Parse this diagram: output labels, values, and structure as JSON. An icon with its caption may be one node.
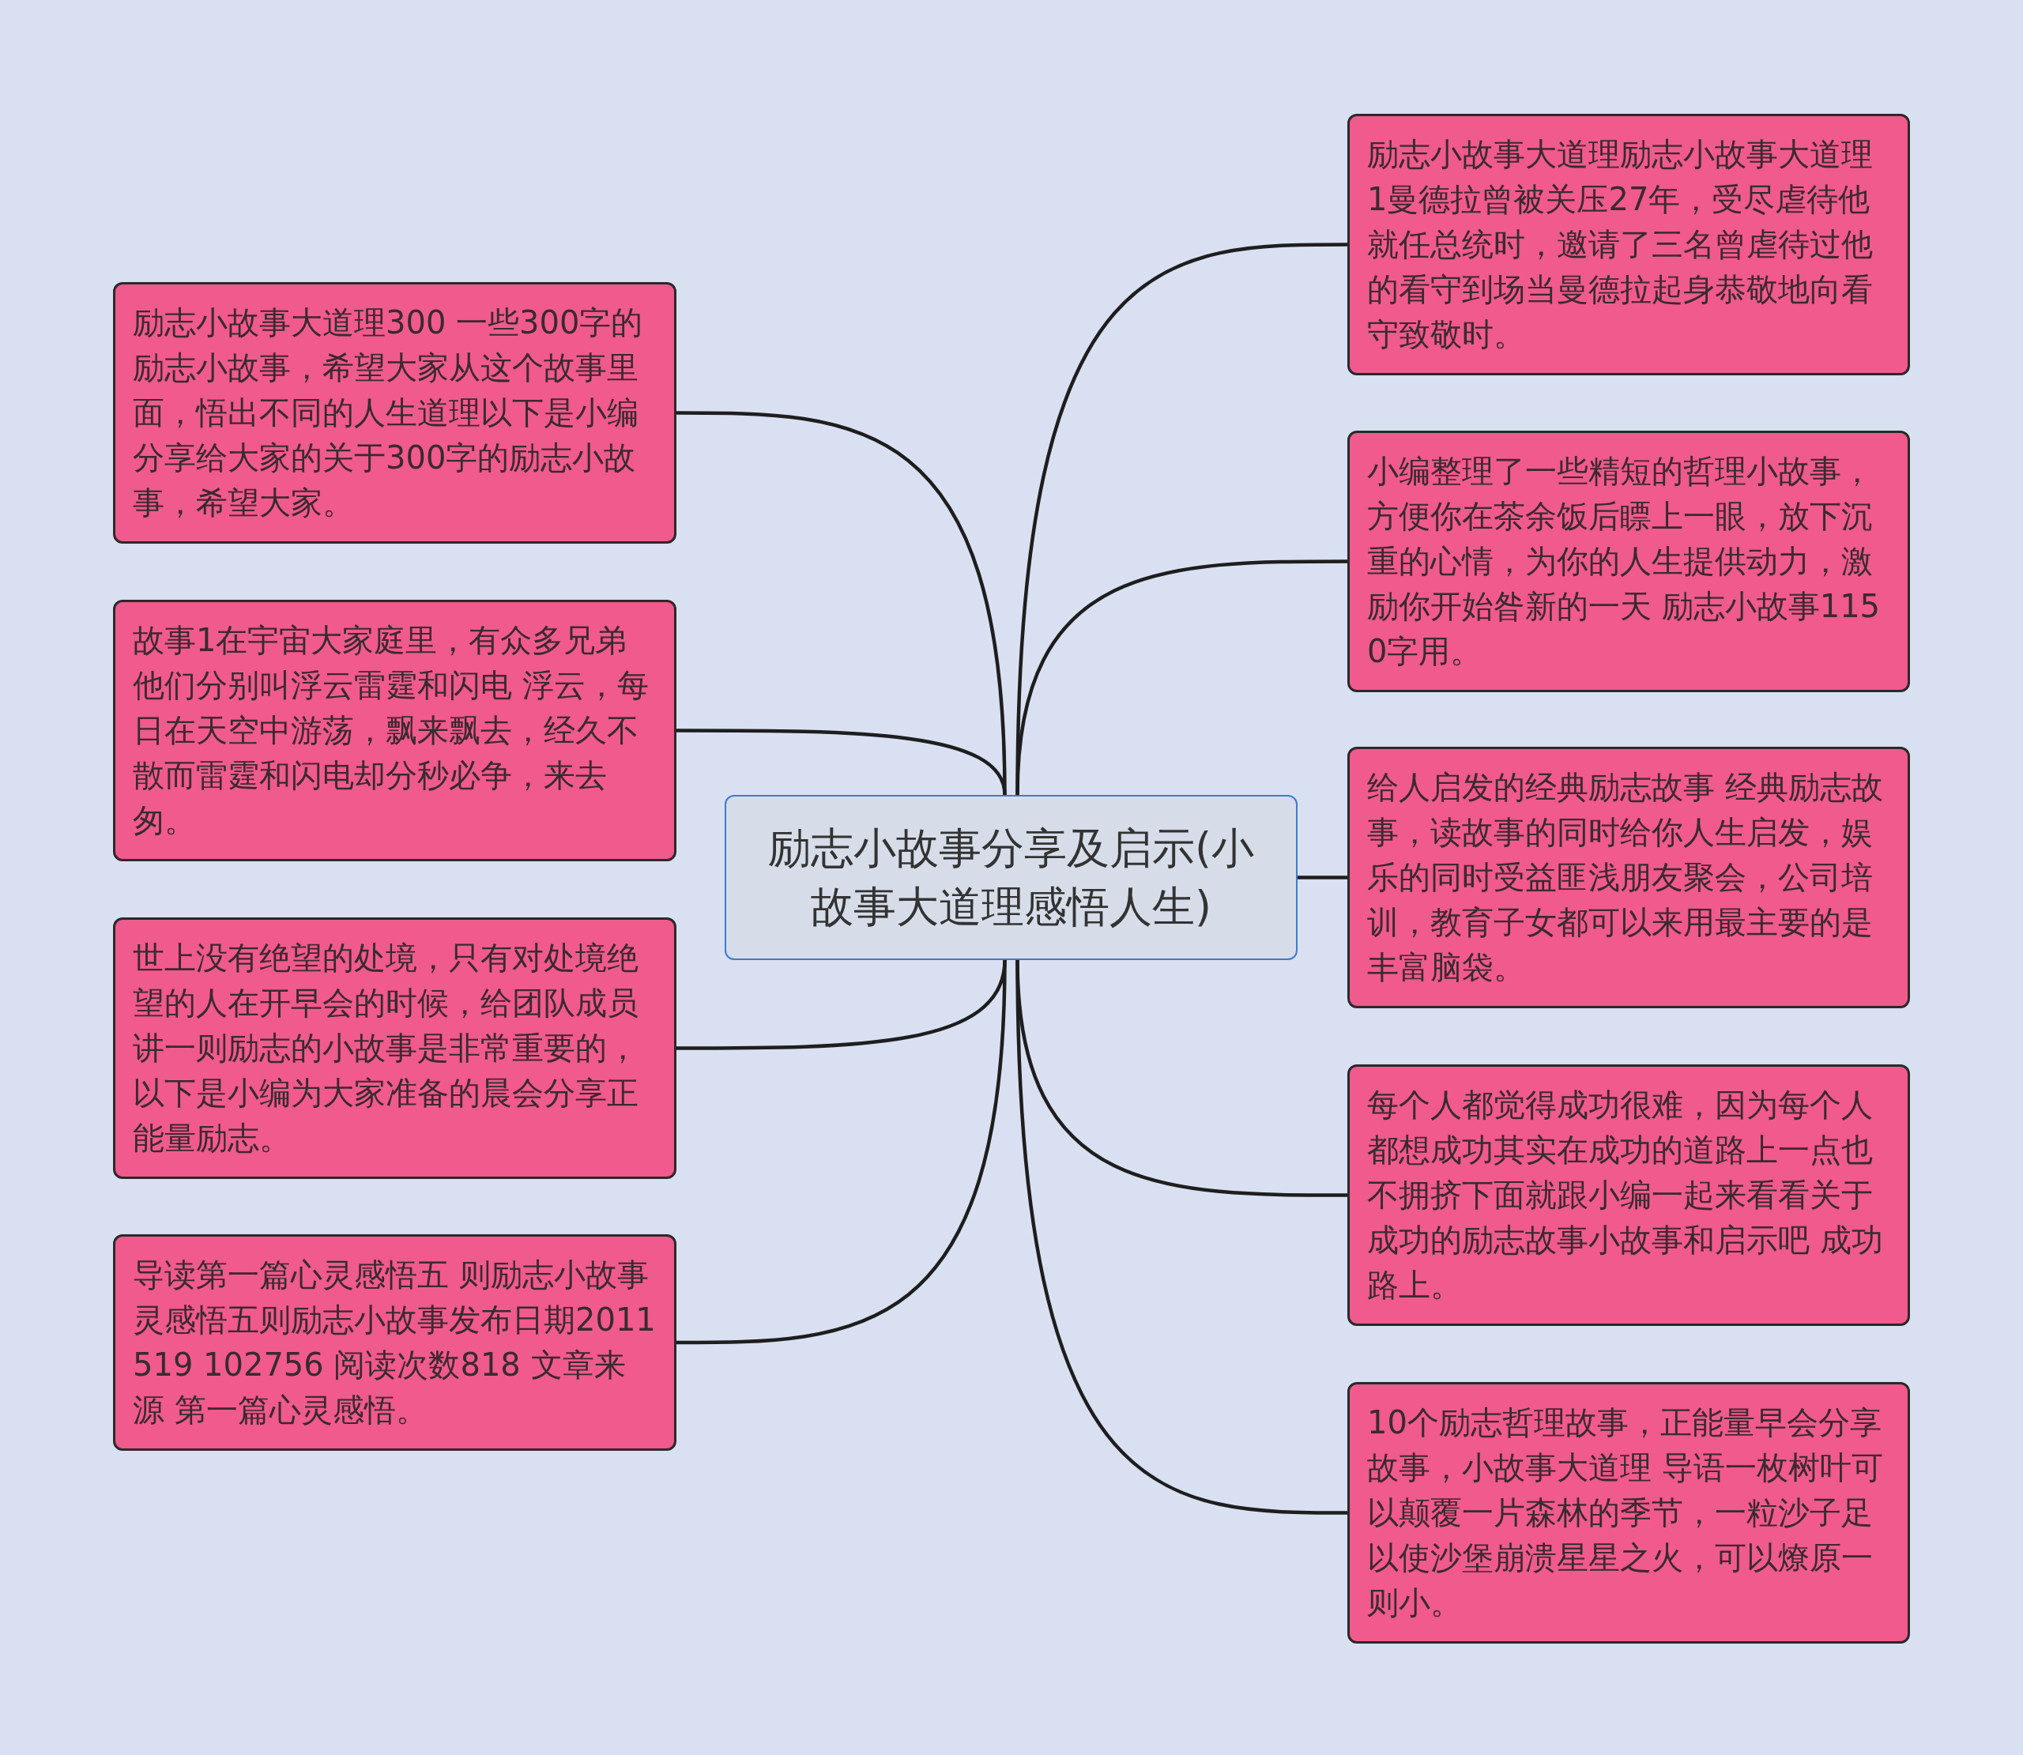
{
  "diagram": {
    "nodes": [
      {
        "text": [
          "励志小故事分享及启示(小故事大道理感悟人生)"
        ]
      },
      {
        "text": [
          "励志小故事大道理300 一些300字的励志小故事，希望大家从这个故事里面，悟出不同的人生道理以下是小编分享给大家的关于300字的励志小故事，希望大家。"
        ]
      },
      {
        "text": [
          "故事1在宇宙大家庭里，有众多兄弟他们分别叫浮云雷霆和闪电 浮云，每日在天空中游荡，飘来飘去，经久不散而雷霆和闪电却分秒必争，来去匆。"
        ]
      },
      {
        "text": [
          "世上没有绝望的处境，只有对处境绝望的人在开早会的时候，给团队成员讲一则励志的小故事是非常重要的，以下是小编为大家准备的晨会分享正能量励志。"
        ]
      },
      {
        "text": [
          "导读第一篇心灵感悟五 则励志小故事灵感悟五则励志小故事发布日期2011519 102756 阅读次数818 文章来源 第一篇心灵感悟。"
        ]
      },
      {
        "text": [
          "励志小故事大道理励志小故事大道理1曼德拉曾被关压27年，受尽虐待他就任总统时，邀请了三名曾虐待过他的看守到场当曼德拉起身恭敬地向看守致敬时。"
        ]
      },
      {
        "text": [
          "小编整理了一些精短的哲理小故事，方便你在茶余饭后瞟上一眼，放下沉重的心情，为你的人生提供动力，激励你开始昝新的一天 励志小故事1150字用。"
        ]
      },
      {
        "text": [
          "给人启发的经典励志故事 经典励志故事，读故事的同时给你人生启发，娱乐的同时受益匪浅朋友聚会，公司培训，教育子女都可以来用最主要的是丰富脑袋。"
        ]
      },
      {
        "text": [
          "每个人都觉得成功很难，因为每个人都想成功其实在成功的道路上一点也不拥挤下面就跟小编一起来看看关于成功的励志故事小故事和启示吧 成功路上。"
        ]
      },
      {
        "text": [
          "10个励志哲理故事，正能量早会分享故事，小故事大道理 导语一枚树叶可以颠覆一片森林的季节，一粒沙子足以使沙堡崩溃星星之火，可以燎原一则小。"
        ]
      }
    ],
    "edges": [
      {
        "from": 0,
        "to": 1,
        "arrow": "none"
      },
      {
        "from": 0,
        "to": 2,
        "arrow": "none"
      },
      {
        "from": 0,
        "to": 3,
        "arrow": "none"
      },
      {
        "from": 0,
        "to": 4,
        "arrow": "none"
      },
      {
        "from": 0,
        "to": 5,
        "arrow": "none"
      },
      {
        "from": 0,
        "to": 6,
        "arrow": "none"
      },
      {
        "from": 0,
        "to": 7,
        "arrow": "none"
      },
      {
        "from": 0,
        "to": 8,
        "arrow": "none"
      },
      {
        "from": 0,
        "to": 9,
        "arrow": "none"
      }
    ]
  }
}
